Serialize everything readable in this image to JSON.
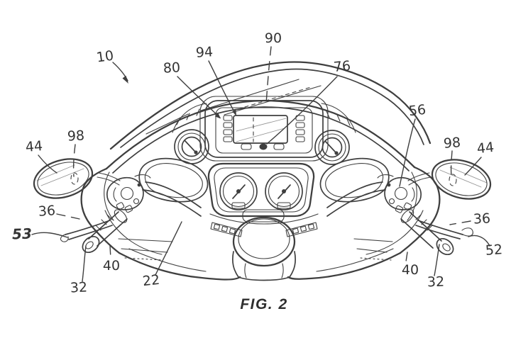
{
  "figure": {
    "caption": "FIG. 2"
  },
  "refs": {
    "r10": "10",
    "r90": "90",
    "r94": "94",
    "r80": "80",
    "r76": "76",
    "r56": "56",
    "r44_left": "44",
    "r98_left": "98",
    "r98_right": "98",
    "r44_right": "44",
    "r36_left": "36",
    "r53": "53",
    "r36_right": "36",
    "r52": "52",
    "r40_left": "40",
    "r32_left": "32",
    "r22": "22",
    "r40_right": "40",
    "r32_right": "32"
  },
  "colors": {
    "ink": "#3f3f3f",
    "background": "#ffffff"
  }
}
